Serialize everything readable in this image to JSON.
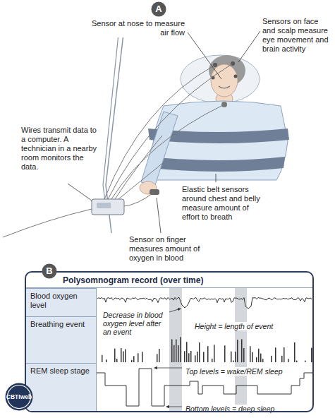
{
  "diagram": {
    "nodes": [
      {
        "text": [
          "A"
        ]
      },
      {
        "text": [
          "B"
        ]
      },
      {
        "text": [
          "Polysomnogram record (over time)"
        ]
      },
      {
        "text": [
          "Blood oxygen level"
        ],
        "in": 2
      },
      {
        "text": [
          "Breathing event"
        ],
        "in": 2
      },
      {
        "text": [
          "REM sleep stage"
        ],
        "in": 2
      },
      {
        "text": [
          "CBTIweb"
        ]
      }
    ],
    "labels": [
      "Sensor at nose to measure air flow",
      "Sensors on face and scalp measure eye movement and brain activity",
      "Wires transmit data to a computer. A technician in a nearby room monitors the data.",
      "Elastic belt sensors around chest and belly measure amount of effort to breath",
      "Sensor on finger measures amount of oxygen in blood",
      "Decrease in blood oxygen level after an event",
      "Height = length of event",
      "Top levels = wake/REM sleep",
      "Bottom levels = deep sleep"
    ]
  }
}
